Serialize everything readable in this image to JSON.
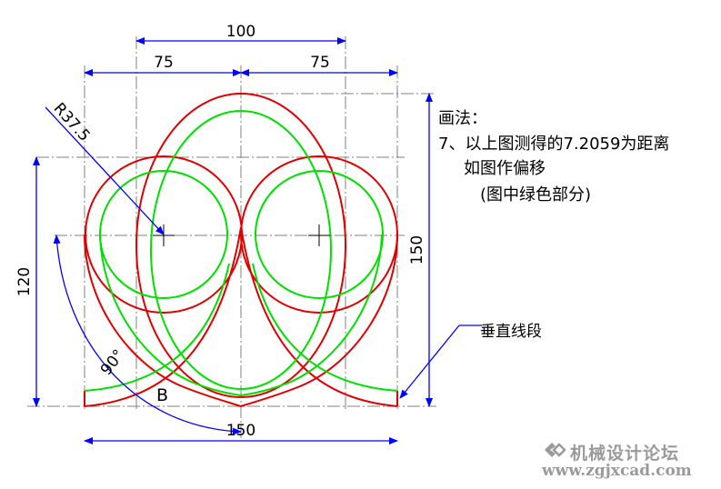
{
  "dimensions": {
    "top_width": "100",
    "left_offset": "75",
    "right_offset": "75",
    "radius": "R37.5",
    "left_height": "120",
    "right_height": "150",
    "bottom_width": "150",
    "angle": "90°",
    "point_label": "B"
  },
  "notes": {
    "heading": "画法：",
    "line1": "7、以上图测得的7.2059为距离",
    "line2": "如图作偏移",
    "line3": "(图中绿色部分)"
  },
  "callout": {
    "label": "垂直线段"
  },
  "watermark": {
    "title": "机械设计论坛",
    "url": "www.zgjxcad.com"
  },
  "colors": {
    "original_curves": "#e00000",
    "offset_curves": "#00e000",
    "dimensions": "#0000ff",
    "centerlines": "#808080",
    "watermark": "#9a9a9a"
  }
}
